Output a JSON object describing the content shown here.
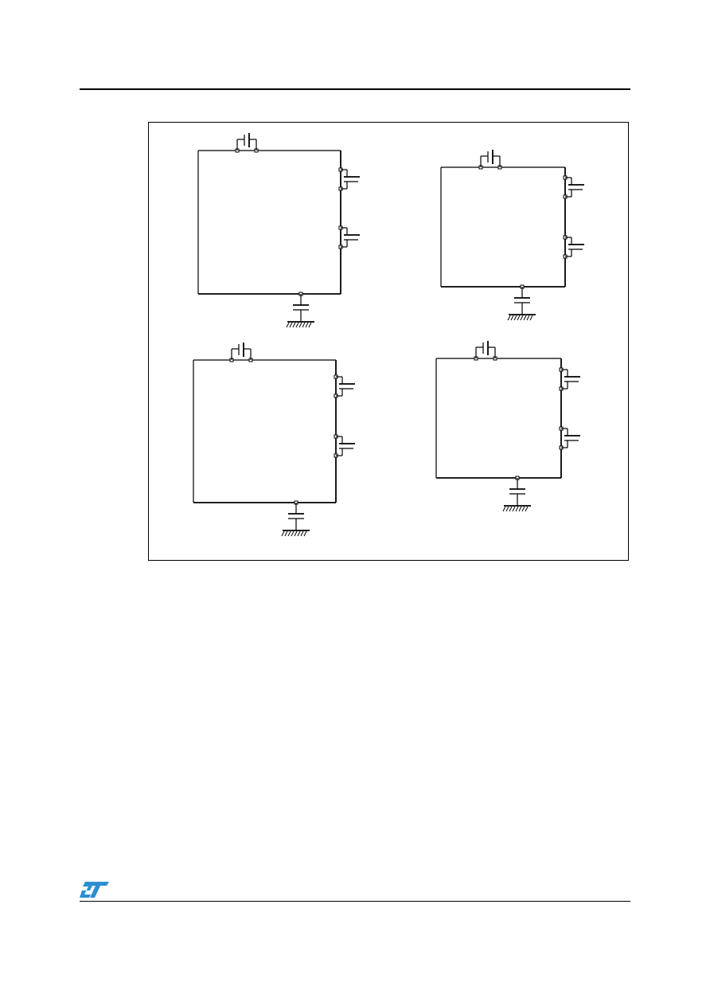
{
  "page": {
    "logo": {
      "icon": "st-logo-icon",
      "color": "#2b8fd0"
    }
  },
  "figure": {
    "circuits": [
      {
        "position": "top-left"
      },
      {
        "position": "top-right"
      },
      {
        "position": "bottom-left"
      },
      {
        "position": "bottom-right"
      }
    ]
  }
}
